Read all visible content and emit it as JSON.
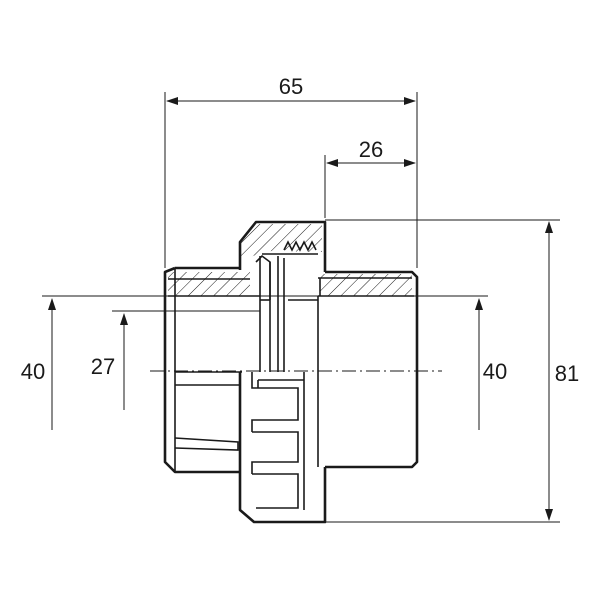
{
  "dimensions": {
    "overall_length": "65",
    "nut_length": "26",
    "left_diameter": "40",
    "inner_diameter": "27",
    "right_diameter": "40",
    "nut_diameter": "81"
  },
  "colors": {
    "line": "#1a1a1a",
    "background": "#ffffff"
  }
}
